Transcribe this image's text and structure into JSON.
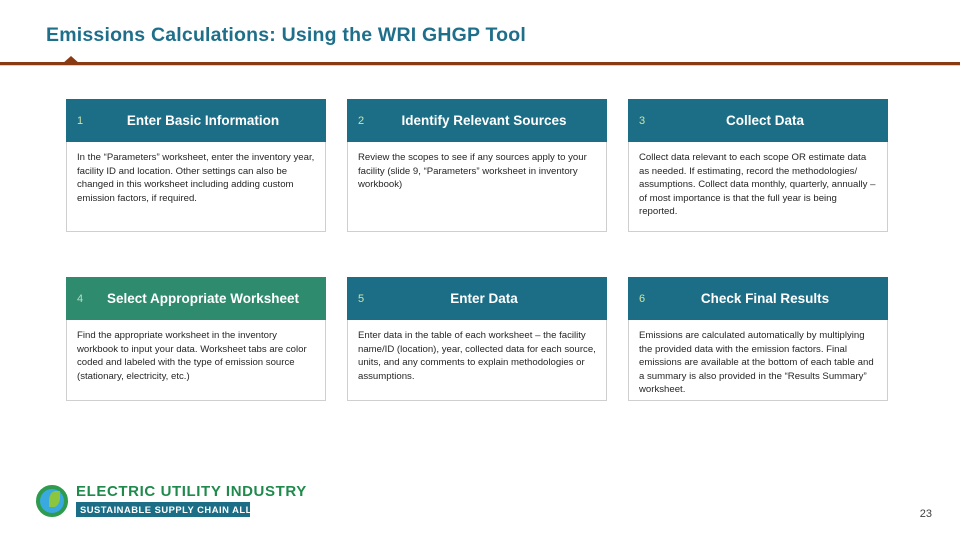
{
  "slide": {
    "title": "Emissions Calculations: Using the WRI GHGP Tool",
    "page_number": "23",
    "accent_teal": "#1b6e86",
    "accent_green": "#2e8b6d",
    "accent_rule": "#8a3a10",
    "title_color": "#1f6f8b"
  },
  "steps": [
    {
      "number": "1",
      "title": "Enter Basic Information",
      "body": "In the “Parameters” worksheet, enter the inventory year, facility ID and location.  Other settings can also be changed in this worksheet including adding custom emission factors, if required.",
      "color": "teal"
    },
    {
      "number": "2",
      "title": "Identify Relevant Sources",
      "body": "Review the scopes to see if any sources apply to your facility (slide 9, “Parameters” worksheet in inventory workbook)",
      "color": "teal"
    },
    {
      "number": "3",
      "title": "Collect Data",
      "body": "Collect data relevant to each scope OR estimate data as needed.  If estimating, record the methodologies/ assumptions.  Collect data monthly, quarterly, annually – of most importance is that the full year is being reported.",
      "color": "teal"
    },
    {
      "number": "4",
      "title": "Select Appropriate Worksheet",
      "body": "Find the appropriate worksheet in the inventory workbook to input your data.  Worksheet tabs are color coded and labeled with the type of emission source (stationary, electricity, etc.)",
      "color": "green"
    },
    {
      "number": "5",
      "title": "Enter Data",
      "body": "Enter data in the table of each worksheet – the facility name/ID (location), year, collected data for each source, units, and any comments to explain methodologies or assumptions.",
      "color": "teal"
    },
    {
      "number": "6",
      "title": "Check Final Results",
      "body": "Emissions are calculated automatically by multiplying the provided data with the emission factors.  Final emissions are available at the bottom of each table and a summary is also provided in the “Results Summary” worksheet.",
      "color": "teal"
    }
  ],
  "logo": {
    "line1": "ELECTRIC UTILITY INDUSTRY",
    "line2": "SUSTAINABLE SUPPLY CHAIN ALLIANCE"
  }
}
